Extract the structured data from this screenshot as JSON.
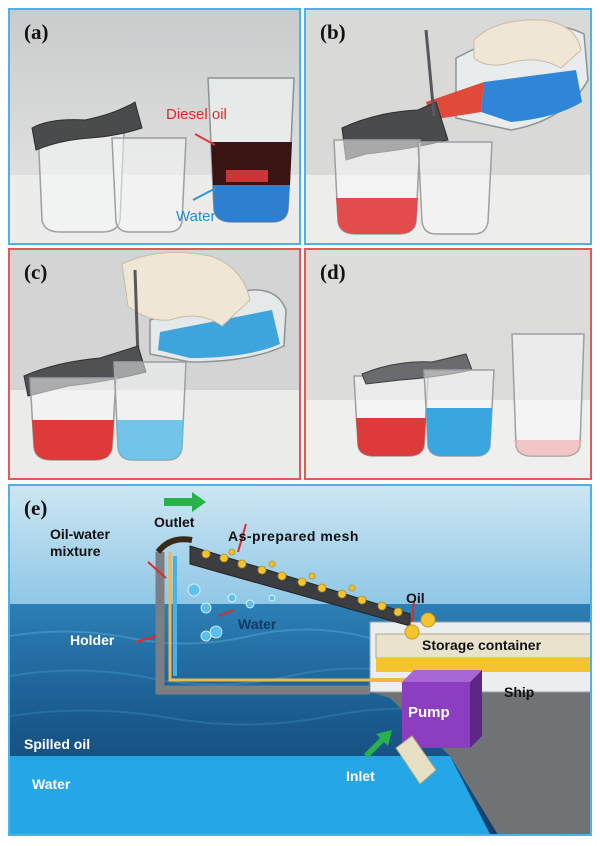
{
  "panels": {
    "a": {
      "label": "(a)",
      "annotations": {
        "oil": "Diesel oil",
        "water": "Water"
      }
    },
    "b": {
      "label": "(b)"
    },
    "c": {
      "label": "(c)"
    },
    "d": {
      "label": "(d)"
    },
    "e": {
      "label": "(e)",
      "annotations": {
        "outlet": "Outlet",
        "mesh": "As-prepared mesh",
        "mixture": "Oil-water\nmixture",
        "oil": "Oil",
        "water": "Water",
        "holder": "Holder",
        "storage": "Storage container",
        "ship": "Ship",
        "pump": "Pump",
        "spilled": "Spilled oil",
        "water_bottom": "Water",
        "inlet": "Inlet"
      }
    }
  },
  "colors": {
    "panel_a_border": "#4db3e6",
    "panel_b_border": "#4db3e6",
    "panel_c_border": "#e05a5a",
    "panel_d_border": "#e05a5a",
    "panel_e_border": "#4db3e6",
    "oil_red": "#d83a3a",
    "water_blue": "#2d9ad6",
    "arrow_green": "#27b24a",
    "pump_purple": "#7b2fa8",
    "mesh_yellow": "#f4c430"
  }
}
